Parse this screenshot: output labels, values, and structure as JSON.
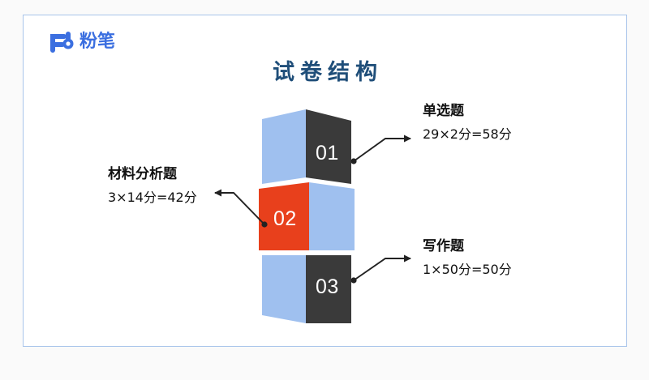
{
  "slide": {
    "brand": {
      "logo_icon": "fenbi-logo-icon",
      "wordmark": "粉笔"
    },
    "title": "试卷结构",
    "frame_color": "#a8c4ea",
    "background": "#ffffff"
  },
  "diagram": {
    "type": "stacked-3d-blocks",
    "blocks": [
      {
        "number": "01",
        "front_face_color": "#3a3a3a",
        "side_face_color": "#9fc0ef",
        "number_side": "right"
      },
      {
        "number": "02",
        "front_face_color": "#e8401c",
        "side_face_color": "#9fc0ef",
        "number_side": "left"
      },
      {
        "number": "03",
        "front_face_color": "#3a3a3a",
        "side_face_color": "#9fc0ef",
        "number_side": "right"
      }
    ]
  },
  "callouts": [
    {
      "id": "single-choice",
      "heading": "单选题",
      "detail": "29×2分=58分",
      "points_to": "01",
      "position": "top-right"
    },
    {
      "id": "material-analysis",
      "heading": "材料分析题",
      "detail": "3×14分=42分",
      "points_to": "02",
      "position": "middle-left"
    },
    {
      "id": "writing",
      "heading": "写作题",
      "detail": "1×50分=50分",
      "points_to": "03",
      "position": "bottom-right"
    }
  ],
  "colors": {
    "title": "#1f4e79",
    "brand": "#3b6fe0",
    "accent_red": "#e8401c",
    "accent_blue": "#9fc0ef",
    "dark": "#3a3a3a",
    "text": "#111111"
  }
}
